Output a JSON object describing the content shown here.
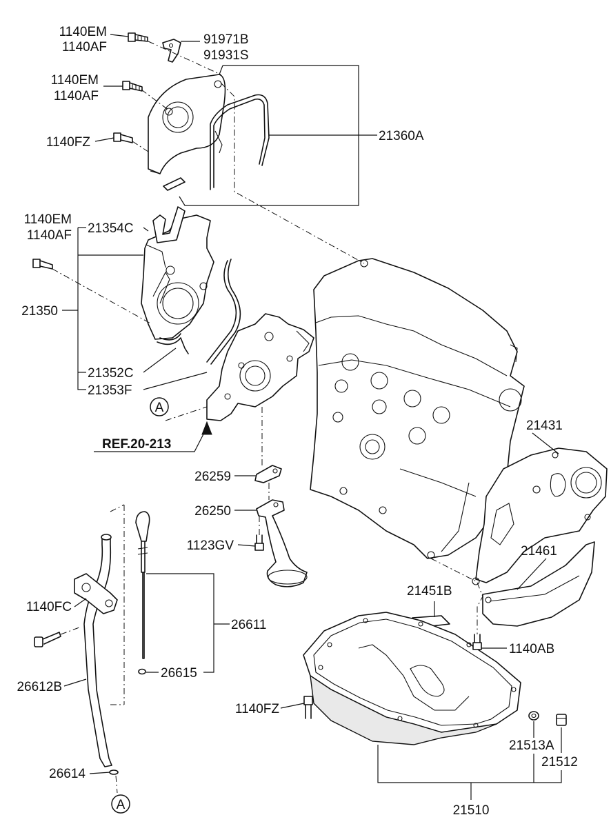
{
  "diagram": {
    "labels": {
      "l_1140em_a": "1140EM",
      "l_1140af_a": "1140AF",
      "l_91971b": "91971B",
      "l_91931s": "91931S",
      "l_1140em_b": "1140EM",
      "l_1140af_b": "1140AF",
      "l_1140fz_a": "1140FZ",
      "l_21360a": "21360A",
      "l_1140em_c": "1140EM",
      "l_1140af_c": "1140AF",
      "l_21354c": "21354C",
      "l_21350": "21350",
      "l_21352c": "21352C",
      "l_21353f": "21353F",
      "l_ref": "REF.20-213",
      "l_26259": "26259",
      "l_26250": "26250",
      "l_1123gv": "1123GV",
      "l_21431": "21431",
      "l_21461": "21461",
      "l_21451b": "21451B",
      "l_1140ab": "1140AB",
      "l_1140fc": "1140FC",
      "l_26611": "26611",
      "l_26615": "26615",
      "l_26612b": "26612B",
      "l_1140fz_b": "1140FZ",
      "l_21513a": "21513A",
      "l_21512": "21512",
      "l_26614": "26614",
      "l_21510": "21510",
      "callout_a_top": "A",
      "callout_a_bottom": "A"
    }
  }
}
